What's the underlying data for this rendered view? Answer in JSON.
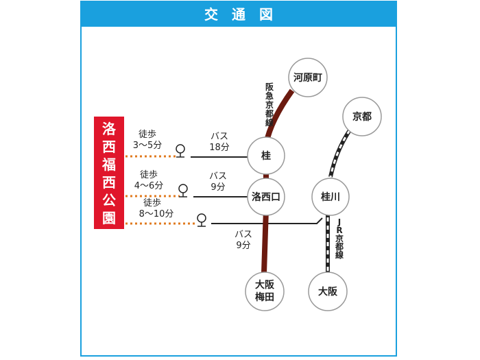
{
  "title": "交通図",
  "destination": "洛西福西公園",
  "stations": {
    "kawaramachi": "河原町",
    "kyoto": "京都",
    "katsura": "桂",
    "rakusaiguchi": "洛西口",
    "katsuragawa": "桂川",
    "osaka_umeda_1": "大阪",
    "osaka_umeda_2": "梅田",
    "osaka": "大阪"
  },
  "lines": {
    "hankyu": "阪急京都線",
    "jr": "JR京都線"
  },
  "walks": [
    {
      "label": "徒歩",
      "time": "3〜5分"
    },
    {
      "label": "徒歩",
      "time": "4〜6分"
    },
    {
      "label": "徒歩",
      "time": "8〜10分"
    }
  ],
  "buses": [
    {
      "label": "バス",
      "time": "18分"
    },
    {
      "label": "バス",
      "time": "9分"
    },
    {
      "label": "バス",
      "time": "9分"
    }
  ],
  "colors": {
    "frame": "#1aa0de",
    "destination_bg": "#e0162b",
    "hankyu_line": "#6b1a0f",
    "walk_dots": "#e07a1f",
    "bus_line": "#222222"
  }
}
